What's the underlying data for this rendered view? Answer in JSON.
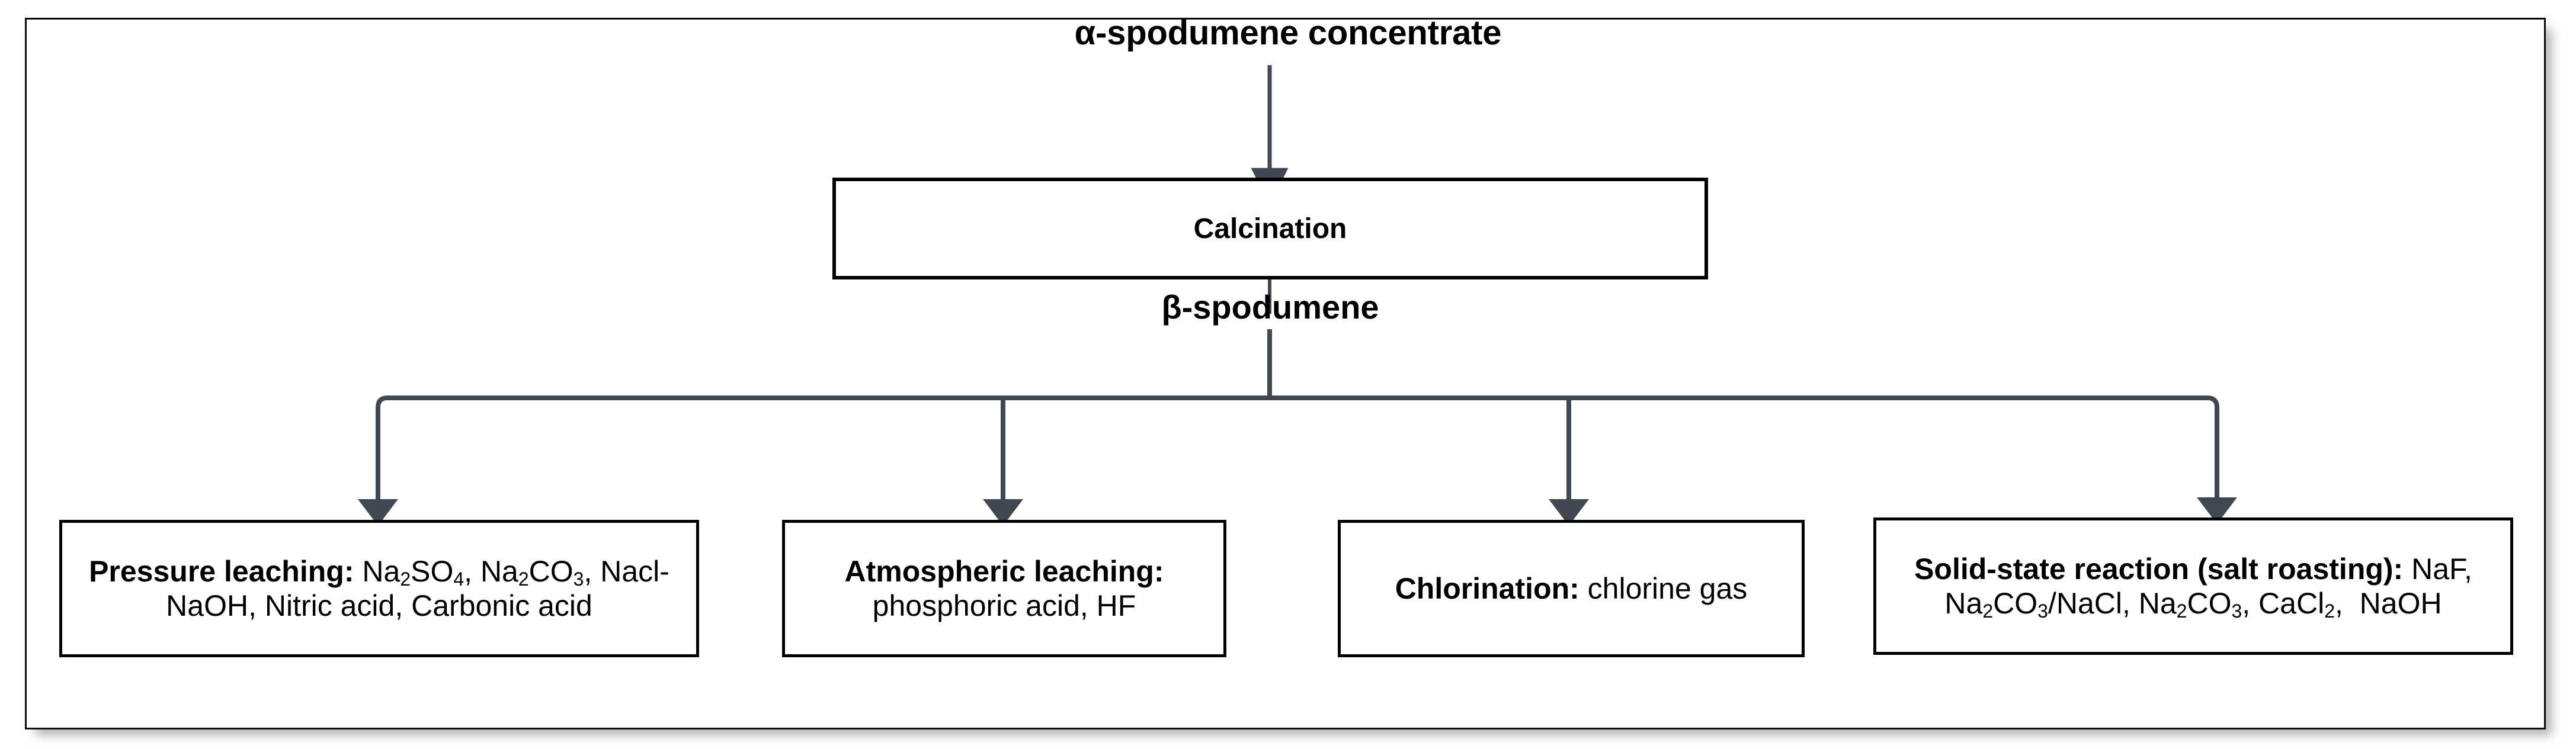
{
  "diagram": {
    "title_node": "α-spodumene concentrate",
    "intermediate_label": "β-spodumene",
    "process_box": {
      "label": "Calcination"
    },
    "branch_boxes": [
      {
        "id": "pressure-leaching",
        "heading": "Pressure leaching:",
        "reagents": "Na2SO4, Na2CO3, Nacl-NaOH, Nitric acid, Carbonic acid",
        "reagents_display": "Na₂SO₄, Na₂CO₃, Nacl-NaOH, Nitric acid, Carbonic acid"
      },
      {
        "id": "atmospheric-leaching",
        "heading": "Atmospheric leaching:",
        "reagents": "phosphoric acid, HF",
        "reagents_display": "phosphoric acid, HF"
      },
      {
        "id": "chlorination",
        "heading": "Chlorination:",
        "reagents": "chlorine gas",
        "reagents_display": "chlorine gas"
      },
      {
        "id": "salt-roasting",
        "heading": "Solid-state reaction (salt roasting):",
        "reagents": "NaF, Na2CO3/NaCl, Na2CO3, CaCl2,  NaOH",
        "reagents_display": "NaF, Na₂CO₃/NaCl, Na₂CO₃, CaCl₂,  NaOH"
      }
    ],
    "colors": {
      "connector": "#3f4853",
      "box_border": "#000000",
      "frame_border": "#0b0b0b",
      "text": "#000000",
      "background": "#ffffff"
    },
    "connector_icons": {
      "arrowhead": "arrow-down-icon",
      "bus": "split-bus-icon"
    }
  }
}
